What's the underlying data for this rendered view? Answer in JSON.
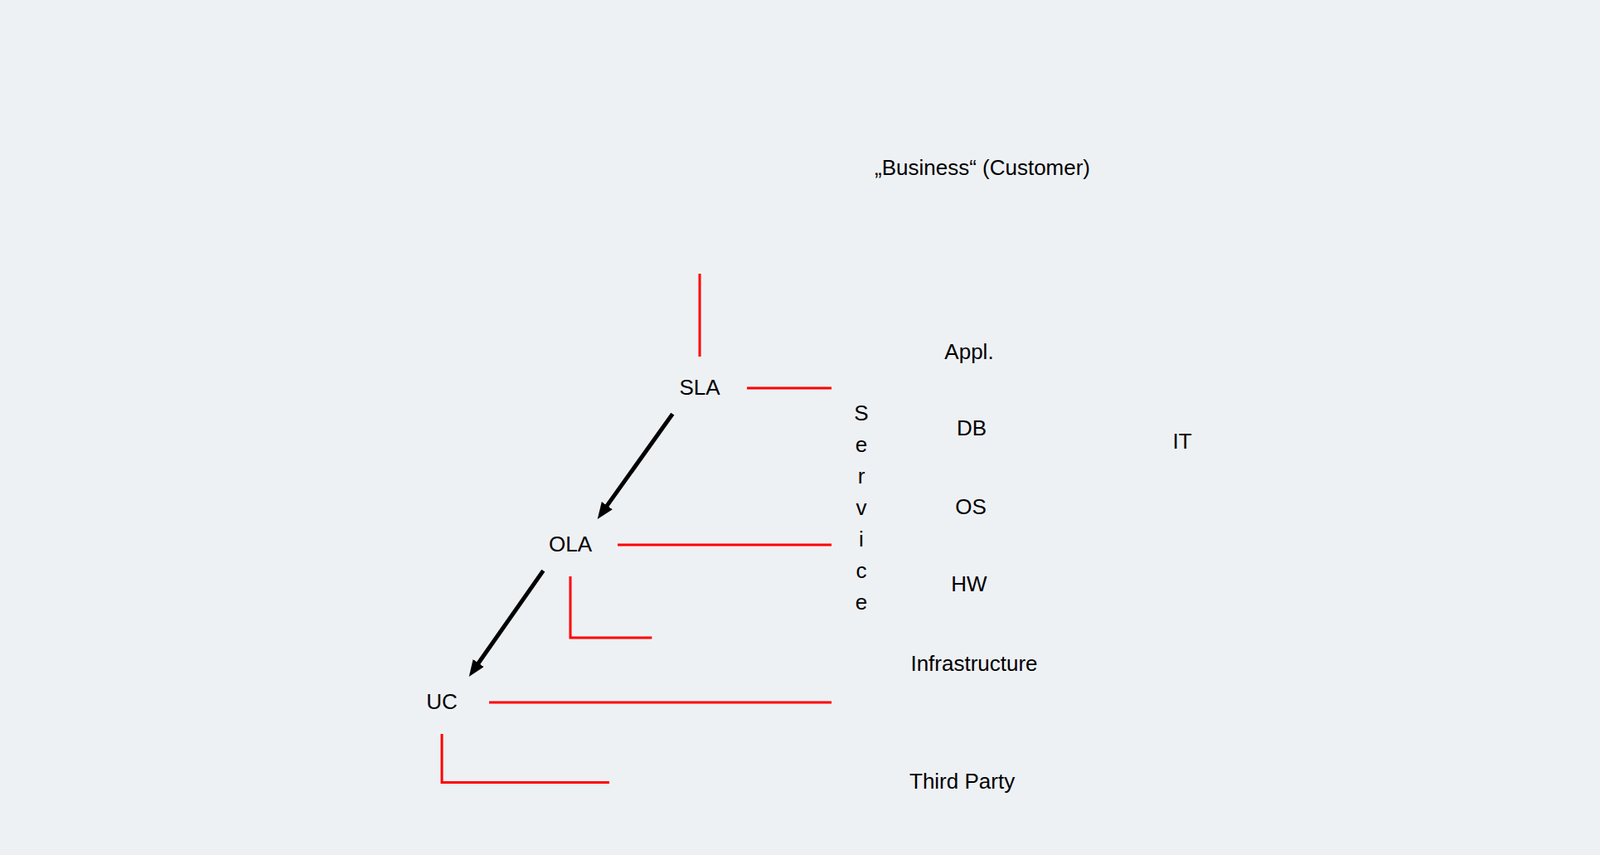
{
  "diagram": {
    "nodes": [
      {
        "text": [
          "„Business“ (Customer)"
        ]
      },
      {
        "text": [
          "Service"
        ]
      },
      {
        "text": [
          "Appl."
        ]
      },
      {
        "text": [
          "DB"
        ]
      },
      {
        "text": [
          "OS"
        ]
      },
      {
        "text": [
          "HW"
        ]
      },
      {
        "text": [
          "Infrastructure"
        ]
      },
      {
        "text": [
          "IT"
        ]
      },
      {
        "text": [
          "SLA"
        ]
      },
      {
        "text": [
          "OLA"
        ]
      },
      {
        "text": [
          "UC"
        ]
      },
      {
        "text": [
          "Third Party"
        ]
      }
    ],
    "edges": [
      {
        "from": 8,
        "to": 0,
        "arrow": "none"
      },
      {
        "from": 8,
        "to": 1,
        "arrow": "none"
      },
      {
        "from": 8,
        "to": 9,
        "arrow": "to"
      },
      {
        "from": 9,
        "to": 1,
        "arrow": "none"
      },
      {
        "from": 9,
        "to": 6,
        "arrow": "none"
      },
      {
        "from": 9,
        "to": 10,
        "arrow": "to"
      },
      {
        "from": 10,
        "to": 1,
        "arrow": "none"
      },
      {
        "from": 10,
        "to": 11,
        "arrow": "none"
      }
    ]
  }
}
